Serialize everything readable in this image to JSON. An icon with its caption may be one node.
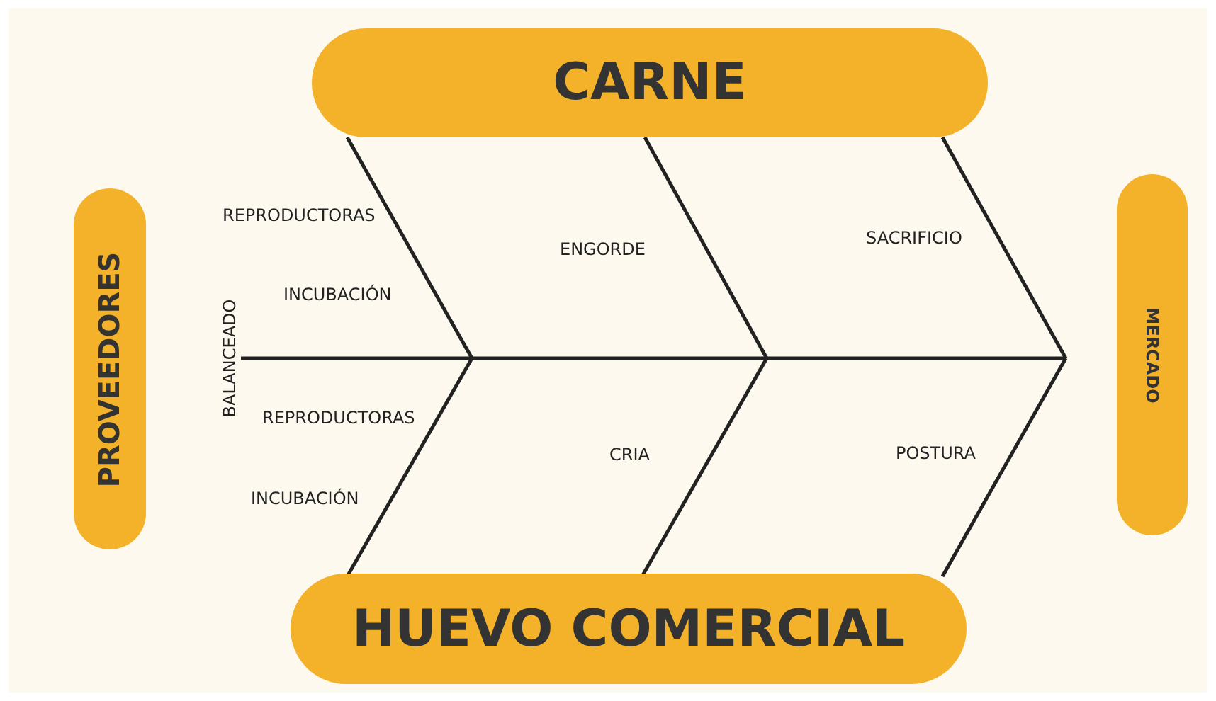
{
  "diagram": {
    "nodes": [
      {
        "text": [
          "CARNE"
        ]
      },
      {
        "text": [
          "PROVEEDORES"
        ]
      },
      {
        "text": [
          "MERCADO"
        ]
      },
      {
        "text": [
          "HUEVO COMERCIAL"
        ]
      }
    ],
    "labels": [
      "REPRODUCTORAS",
      "ENGORDE",
      "SACRIFICIO",
      "INCUBACIÓN",
      "BALANCEADO",
      "REPRODUCTORAS",
      "CRIA",
      "POSTURA",
      "INCUBACIÓN"
    ]
  }
}
